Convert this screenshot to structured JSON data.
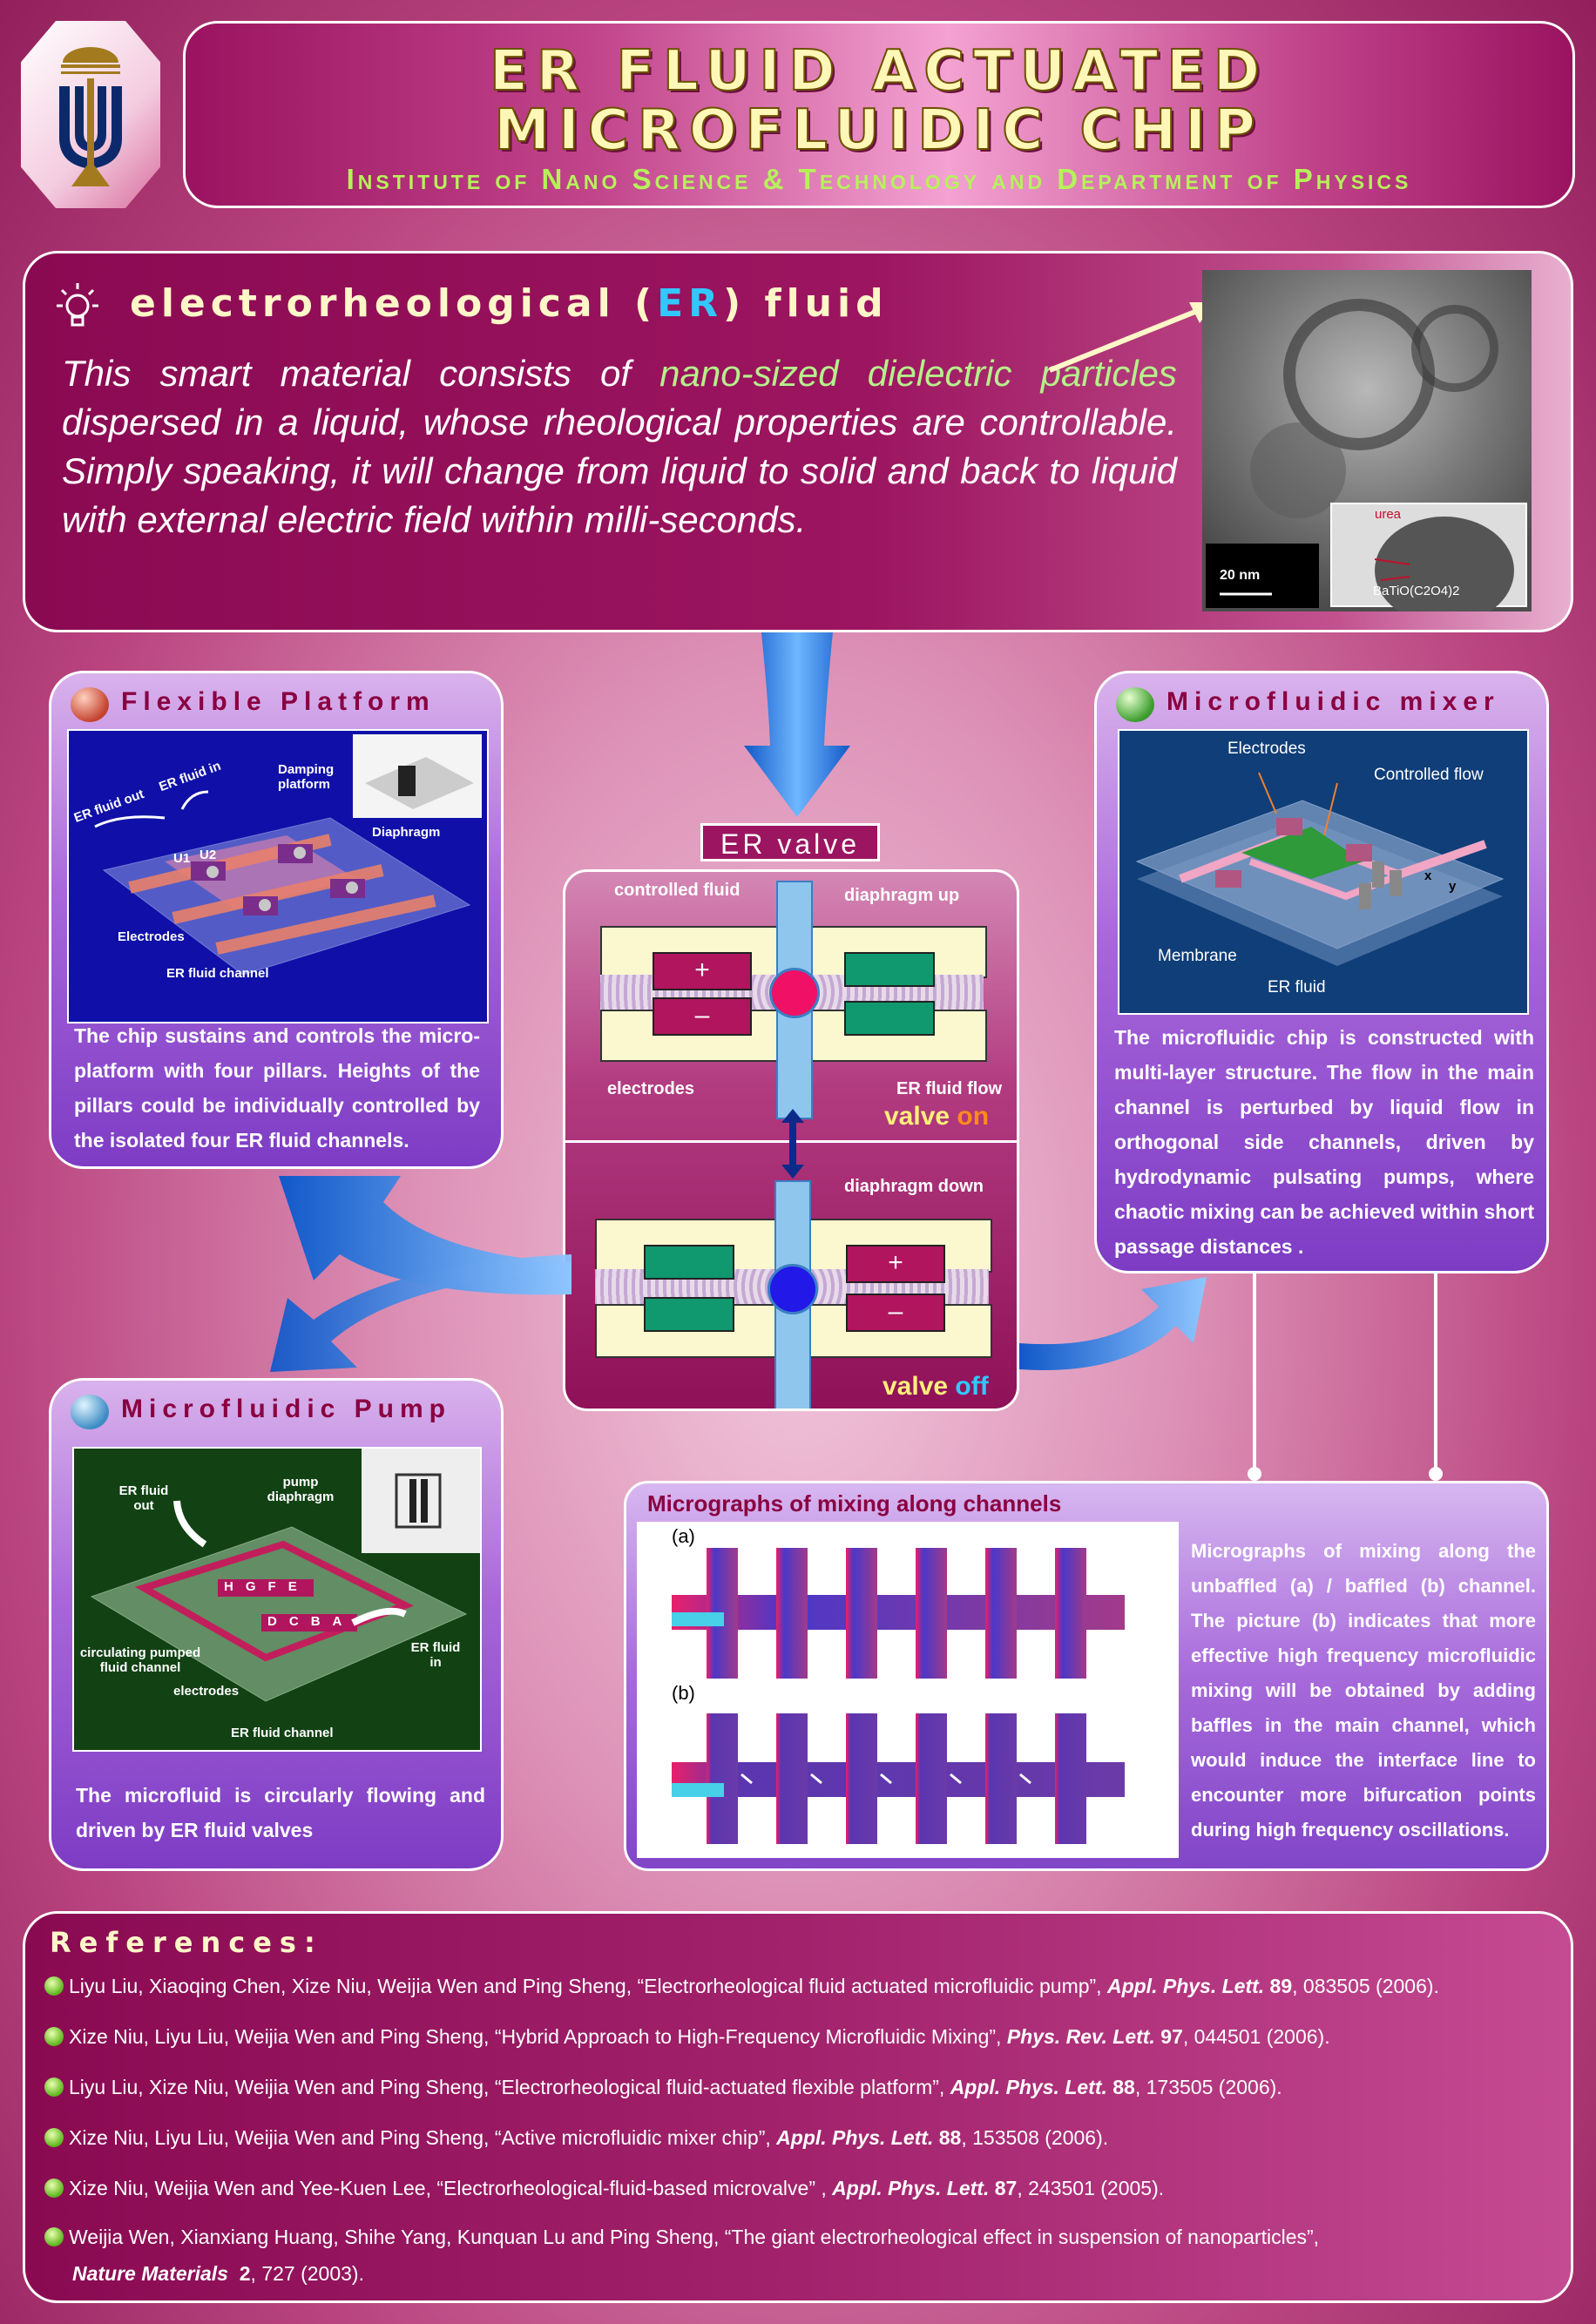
{
  "header": {
    "title_line1": "ER FLUID ACTUATED",
    "title_line2": "MICROFLUIDIC CHIP",
    "subtitle": "Institute of Nano Science & Technology and Department of Physics"
  },
  "er_section": {
    "heading_pre": "electrorheological (",
    "heading_er": "ER",
    "heading_post": ") fluid",
    "text_pre": "This smart material consists of ",
    "text_highlight": "nano-sized dielectric particles",
    "text_post": " dispersed in a liquid, whose rheological properties are controllable. Simply speaking, it will change from liquid to solid and back to liquid with external electric field within milli-seconds.",
    "micrograph_scale": "20 nm",
    "micrograph_label_urea": "urea",
    "micrograph_label_particle": "BaTiO(C2O4)2"
  },
  "flexible_platform": {
    "title": "Flexible Platform",
    "fig_labels": {
      "er_fluid_out": "ER fluid out",
      "er_fluid_in": "ER fluid in",
      "damping": "Damping platform",
      "diaphragm": "Diaphragm",
      "electrodes": "Electrodes",
      "channel": "ER fluid channel",
      "u1": "U1",
      "u2": "U2"
    },
    "text": "The chip sustains and controls the micro-platform with four pillars. Heights of the pillars could be individually controlled by the isolated four ER fluid channels."
  },
  "mixer": {
    "title": "Microfluidic mixer",
    "fig_labels": {
      "electrodes": "Electrodes",
      "controlled_flow": "Controlled flow",
      "membrane": "Membrane",
      "er_fluid": "ER fluid",
      "x": "x",
      "y": "y"
    },
    "text": "The microfluidic chip is constructed with multi-layer structure. The flow in the main channel is perturbed by liquid flow in orthogonal side channels, driven by hydrodynamic pulsating pumps, where chaotic mixing can be achieved within short passage distances ."
  },
  "valve": {
    "label": "ER valve",
    "controlled_fluid": "controlled fluid",
    "diaphragm_up": "diaphragm up",
    "electrodes": "electrodes",
    "er_fluid_flow": "ER fluid flow",
    "valve_on_pre": "valve ",
    "valve_on_word": "on",
    "diaphragm_down": "diaphragm down",
    "valve_off_pre": "valve ",
    "valve_off_word": "off",
    "plus": "+",
    "minus": "–"
  },
  "pump": {
    "title": "Microfluidic Pump",
    "fig_labels": {
      "er_fluid_out": "ER fluid out",
      "pump_diaphragm": "pump diaphragm",
      "circulating": "circulating pumped fluid channel",
      "electrodes": "electrodes",
      "er_fluid_in": "ER fluid in",
      "channel": "ER fluid channel",
      "letters_top": [
        "H",
        "G",
        "F",
        "E"
      ],
      "letters_bottom": [
        "D",
        "C",
        "B",
        "A"
      ]
    },
    "text": "The microfluid is circularly flowing and driven by ER fluid valves"
  },
  "micrographs": {
    "title": "Micrographs of mixing along channels",
    "label_a": "(a)",
    "label_b": "(b)",
    "text": "Micrographs of mixing along the unbaffled (a) / baffled (b) channel. The picture (b) indicates that more effective high frequency microfluidic mixing will be obtained by adding baffles in the main channel, which would induce the interface line to encounter more bifurcation points during high frequency oscillations."
  },
  "references": {
    "heading": "References:",
    "items": [
      {
        "text": "Liyu Liu, Xiaoqing Chen, Xize Niu, Weijia Wen and Ping Sheng, “Electrorheological fluid actuated microfluidic pump”, ",
        "journal": "Appl. Phys. Lett.",
        "vol": "89",
        "rest": ", 083505 (2006)."
      },
      {
        "text": "Xize Niu, Liyu Liu, Weijia Wen and Ping Sheng, “Hybrid Approach to High-Frequency Microfluidic Mixing”, ",
        "journal": "Phys. Rev. Lett.",
        "vol": "97",
        "rest": ", 044501 (2006)."
      },
      {
        "text": "Liyu Liu, Xize Niu, Weijia Wen and Ping Sheng, “Electrorheological fluid-actuated flexible platform”, ",
        "journal": "Appl. Phys. Lett.",
        "vol": "88",
        "rest": ", 173505 (2006)."
      },
      {
        "text": "Xize Niu, Liyu Liu, Weijia Wen and Ping Sheng, “Active microfluidic mixer chip”, ",
        "journal": "Appl. Phys. Lett.",
        "vol": "88",
        "rest": ", 153508 (2006)."
      },
      {
        "text": "Xize Niu, Weijia Wen and Yee-Kuen Lee, “Electrorheological-fluid-based microvalve”  , ",
        "journal": "Appl. Phys. Lett.",
        "vol": "87",
        "rest": ", 243501 (2005)."
      },
      {
        "text": "Weijia Wen, Xianxiang Huang, Shihe Yang, Kunquan Lu and Ping Sheng, “The giant electrorheological effect in suspension of nanoparticles”,",
        "journal": "",
        "vol": "",
        "rest": ""
      }
    ],
    "last_journal": "Nature Materials",
    "last_vol": "2",
    "last_rest": ", 727 (2003)."
  },
  "colors": {
    "title_yellow": "#fff7b8",
    "subtitle_green": "#b6f25a",
    "panel_title": "#8a0040",
    "er_blue": "#32c8ff",
    "valve_on": "#ffef7a"
  }
}
